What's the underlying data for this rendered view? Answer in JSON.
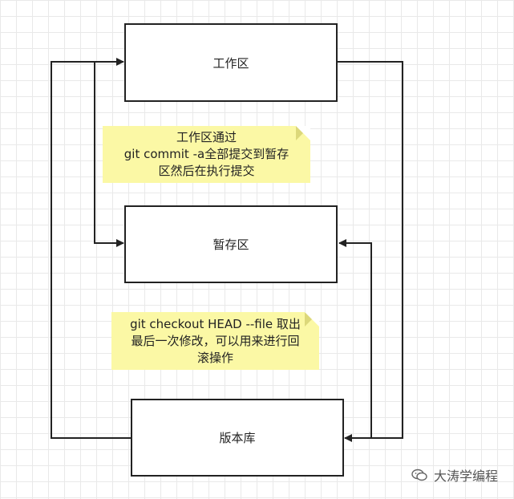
{
  "boxes": {
    "workspace": "工作区",
    "staging": "暂存区",
    "repository": "版本库"
  },
  "notes": {
    "commit_note": [
      "工作区通过",
      "git commit -a全部提交到暂存",
      "区然后在执行提交"
    ],
    "checkout_note": [
      "git checkout HEAD --file 取出",
      "最后一次修改，可以用来进行回",
      "滚操作"
    ]
  },
  "watermark": {
    "text": "大涛学编程",
    "icon": "wechat-icon"
  },
  "colors": {
    "line": "#222222",
    "note_fill": "#fbf8a5",
    "grid": "#e9e9e9"
  }
}
